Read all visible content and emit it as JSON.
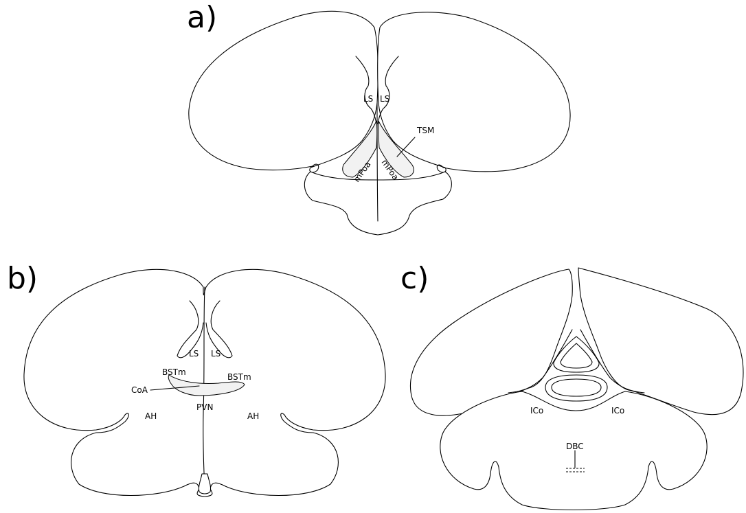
{
  "panels": [
    {
      "letter": "a)",
      "labels": {
        "ls_left": "LS",
        "ls_right": "LS",
        "tsm": "TSM",
        "mpoa_left": "mPoa",
        "mpoa_right": "mPoa"
      }
    },
    {
      "letter": "b)",
      "labels": {
        "ls_left": "LS",
        "ls_right": "LS",
        "bstm_left": "BSTm",
        "bstm_right": "BSTm",
        "coa": "CoA",
        "pvn": "PVN",
        "ah_left": "AH",
        "ah_right": "AH"
      }
    },
    {
      "letter": "c)",
      "labels": {
        "ico_left": "ICo",
        "ico_right": "ICo",
        "dbc": "DBC"
      }
    }
  ],
  "colors": {
    "outline": "#000000",
    "nucleus_fill": "#f2f2f2",
    "background": "#ffffff"
  }
}
